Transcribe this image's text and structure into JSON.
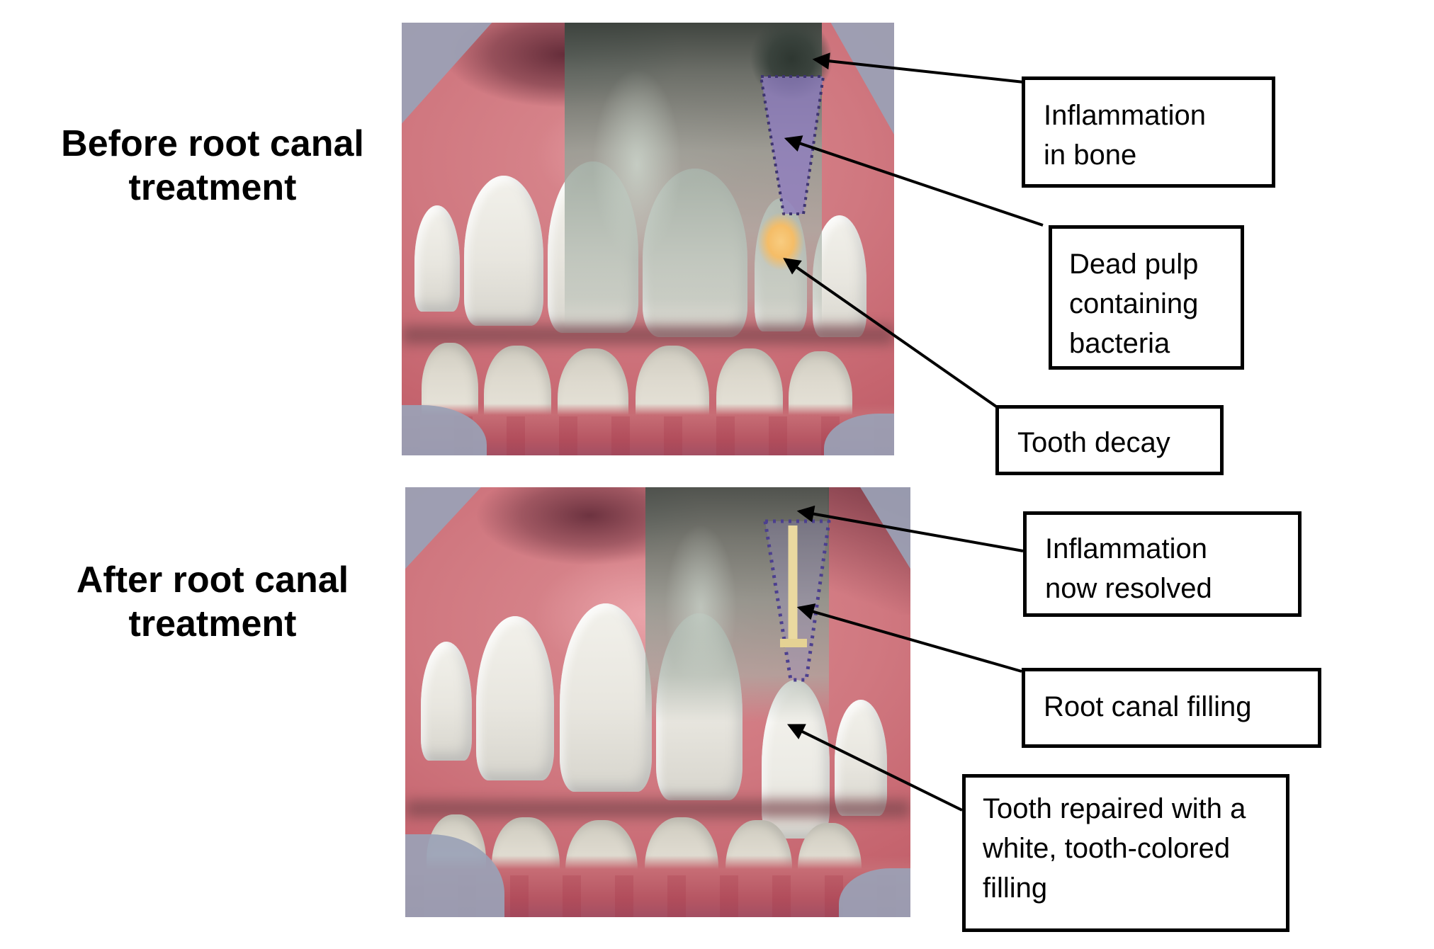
{
  "figure": {
    "before": {
      "title": "Before root canal\ntreatment",
      "labels": {
        "inflammation_in_bone": "Inflammation\nin bone",
        "dead_pulp": "Dead pulp\ncontaining\nbacteria",
        "tooth_decay": "Tooth decay"
      }
    },
    "after": {
      "title": "After root canal\ntreatment",
      "labels": {
        "inflammation_resolved": "Inflammation\nnow resolved",
        "root_canal_filling": "Root canal filling",
        "tooth_repaired": "Tooth repaired with a\nwhite, tooth-colored\nfilling"
      }
    }
  },
  "colors": {
    "background": "#ffffff",
    "text": "#000000",
    "box_border": "#000000",
    "arrow": "#000000",
    "xray_gray": "#8d9a92",
    "inflammation_dark": "#39423c",
    "pulp_purple": "#8e7cc0",
    "decay_yellow": "#f5c06c",
    "filling_cream": "#ead9a0",
    "gum_pink": "#cf767e",
    "tooth_white": "#eceae4"
  }
}
